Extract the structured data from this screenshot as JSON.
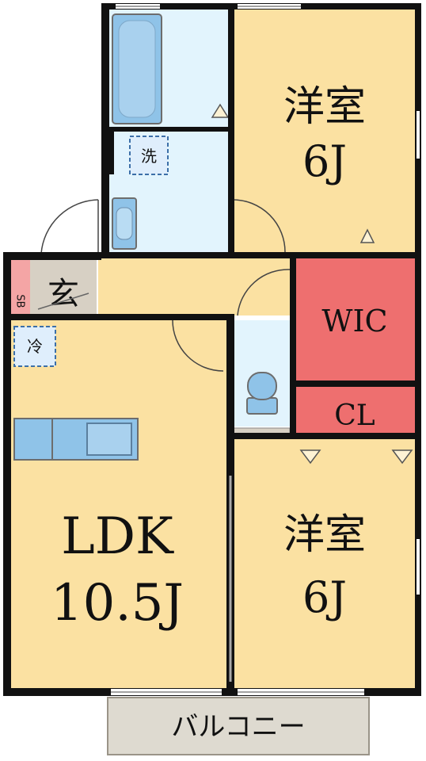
{
  "rooms": {
    "western_top": {
      "name": "洋室",
      "size": "6J"
    },
    "western_bottom": {
      "name": "洋室",
      "size": "6J"
    },
    "ldk": {
      "name": "LDK",
      "size": "10.5J"
    },
    "wic": {
      "name": "WIC"
    },
    "cl": {
      "name": "CL"
    },
    "entrance": {
      "name": "玄"
    },
    "shoe_box": {
      "name": "SB"
    },
    "washer": {
      "name": "洗"
    },
    "fridge": {
      "name": "冷"
    },
    "balcony": {
      "name": "バルコニー"
    }
  },
  "colors": {
    "room_fill": "#fbe1a2",
    "bath_fill": "#e2f4fd",
    "fixture_blue": "#8fc3e8",
    "closet_red": "#ee6f6f",
    "entrance_gray": "#d7d0c4",
    "balcony_gray": "#dedad0",
    "wall": "#111111"
  }
}
